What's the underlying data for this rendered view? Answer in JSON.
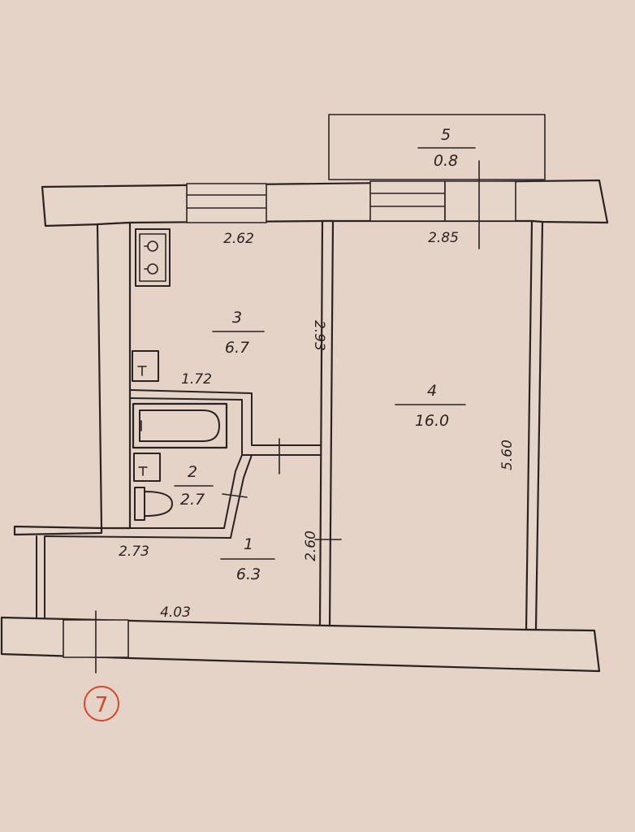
{
  "rooms": [
    {
      "id": "1",
      "number": "1",
      "area": "6.3"
    },
    {
      "id": "2",
      "number": "2",
      "area": "2.7"
    },
    {
      "id": "3",
      "number": "3",
      "area": "6.7"
    },
    {
      "id": "4",
      "number": "4",
      "area": "16.0"
    },
    {
      "id": "5",
      "number": "5",
      "area": "0.8"
    }
  ],
  "dimensions": {
    "kitchen_width": "2.62",
    "room_width": "2.85",
    "kitchen_depth": "2.93",
    "bath_width": "1.72",
    "room_depth": "5.60",
    "hall_depth": "2.60",
    "hall_width_top": "2.73",
    "hall_width_bottom": "4.03"
  },
  "marker": {
    "label": "7",
    "color": "#d9452a"
  },
  "colors": {
    "paper": "#e4d3c6",
    "ink": "#2a2324"
  }
}
